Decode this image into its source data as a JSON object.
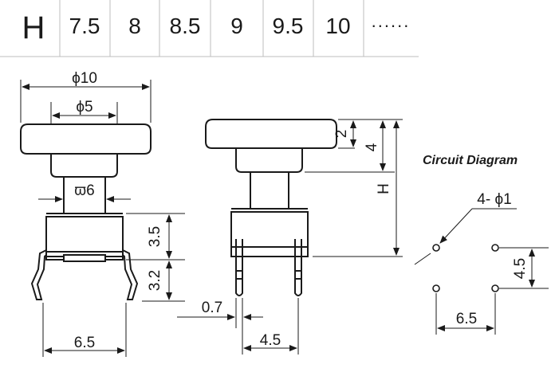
{
  "height_table": {
    "header": "H",
    "values": [
      "7.5",
      "8",
      "8.5",
      "9",
      "9.5",
      "10",
      "......"
    ]
  },
  "front_view": {
    "cap_diameter": "ϕ10",
    "stem_top_diameter": "ϕ5",
    "stem_diameter": "ϖ6",
    "body_height": "3.5",
    "pin_height": "3.2",
    "pin_spacing": "6.5"
  },
  "side_view": {
    "cap_thickness": "2",
    "cap_to_step": "4",
    "total_height": "H",
    "pin_width": "0.7",
    "pin_pitch": "4.5"
  },
  "circuit": {
    "title": "Circuit Diagram",
    "hole_label": "4- ϕ1",
    "row_spacing": "4.5",
    "column_spacing": "6.5"
  }
}
